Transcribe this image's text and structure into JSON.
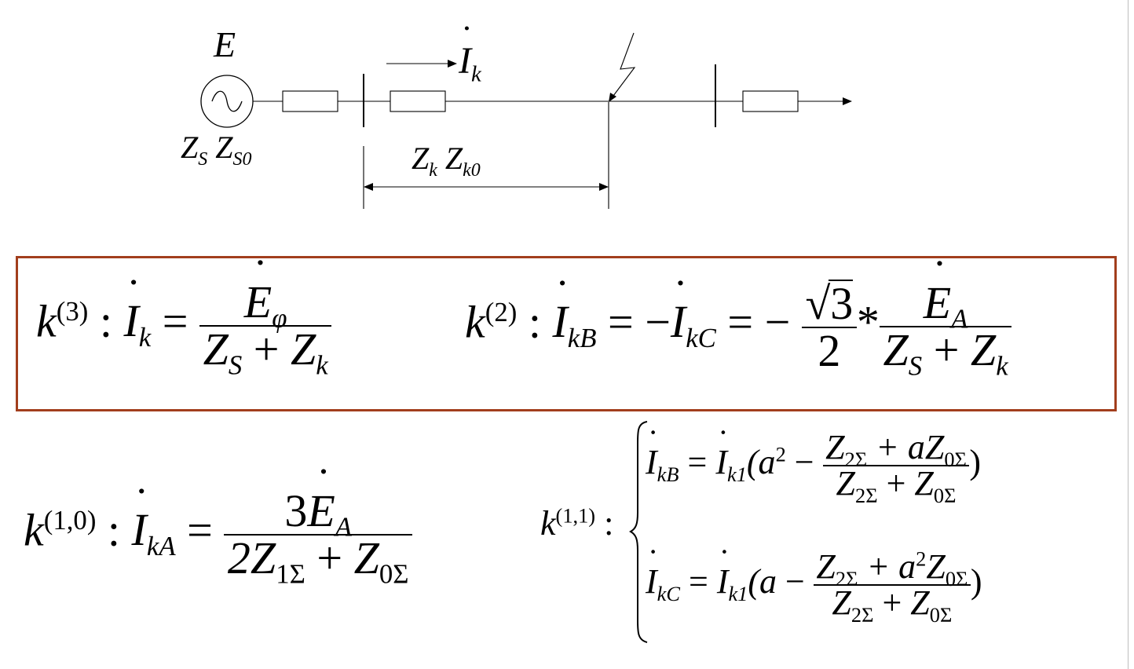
{
  "diagram": {
    "source_label": "E",
    "source_impedance": [
      "Z",
      "S",
      "Z",
      "S0"
    ],
    "current_label": [
      "I",
      "k"
    ],
    "line_impedance": [
      "Z",
      "k",
      "Z",
      "k0"
    ]
  },
  "formula_3ph": {
    "k": "k",
    "sup": "(3)",
    "colon": ":",
    "I": "I",
    "I_sub": "k",
    "eq": "=",
    "num_E": "E",
    "num_sub": "φ",
    "den": [
      "Z",
      "S",
      "+",
      "Z",
      "k"
    ]
  },
  "formula_2ph": {
    "k": "k",
    "sup": "(2)",
    "colon": ":",
    "I1": "I",
    "I1_sub": "kB",
    "eq1": "= −",
    "I2": "I",
    "I2_sub": "kC",
    "eq2": "= −",
    "sqrt_num": "3",
    "sqrt_den": "2",
    "times": "*",
    "num_E": "E",
    "num_sub": "A",
    "den": [
      "Z",
      "S",
      "+",
      "Z",
      "k"
    ]
  },
  "formula_1ph": {
    "k": "k",
    "sup": "(1,0)",
    "colon": ":",
    "I": "I",
    "I_sub": "kA",
    "eq": "=",
    "num_coef": "3",
    "num_E": "E",
    "num_sub": "A",
    "den": [
      "2Z",
      "1Σ",
      "+",
      "Z",
      "0Σ"
    ]
  },
  "formula_2ph_ground": {
    "k": "k",
    "sup": "(1,1)",
    "colon": ":",
    "row1": {
      "I": "I",
      "I_sub": "kB",
      "eq": "=",
      "I_k1": "I",
      "k1_sub": "k1",
      "lead": "(a",
      "lead_sup": "2",
      "minus": "−",
      "num": [
        "Z",
        "2Σ",
        "+ aZ",
        "0Σ"
      ],
      "den": [
        "Z",
        "2Σ",
        "+",
        "Z",
        "0Σ"
      ],
      "close": ")"
    },
    "row2": {
      "I": "I",
      "I_sub": "kC",
      "eq": "=",
      "I_k1": "I",
      "k1_sub": "k1",
      "lead": "(a",
      "minus": "−",
      "num": [
        "Z",
        "2Σ",
        "+ a",
        "2",
        "Z",
        "0Σ"
      ],
      "den": [
        "Z",
        "2Σ",
        "+",
        "Z",
        "0Σ"
      ],
      "close": ")"
    }
  },
  "colors": {
    "box_border": "#a23e1d",
    "ink": "#000000"
  }
}
